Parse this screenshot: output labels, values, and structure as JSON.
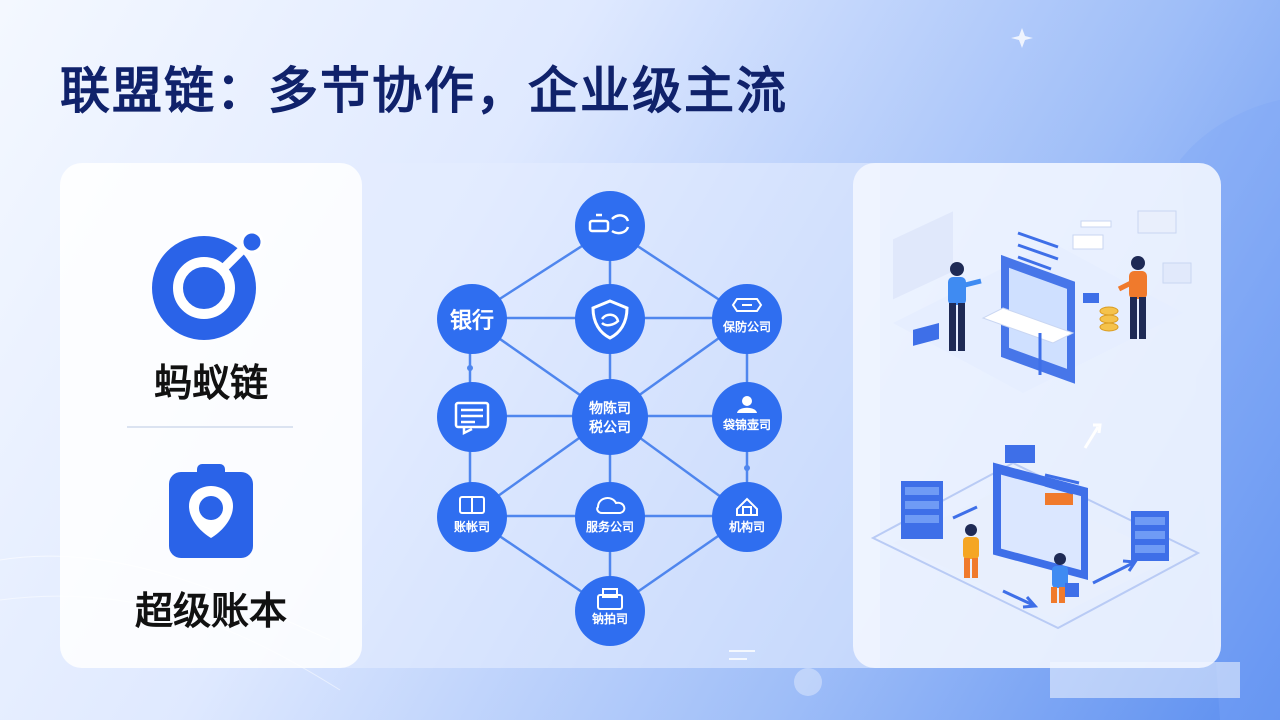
{
  "page": {
    "title": "联盟链：多节协作，企业级主流"
  },
  "left_panel": {
    "items": [
      {
        "label": "蚂蚁链",
        "icon": "ant-chain-logo-icon"
      },
      {
        "label": "超级账本",
        "icon": "hyperledger-shield-icon"
      }
    ]
  },
  "network": {
    "nodes": [
      {
        "id": "top",
        "label": "",
        "icon": "scale-arrow-icon"
      },
      {
        "id": "bank",
        "label": "银行",
        "icon": ""
      },
      {
        "id": "center-top",
        "label": "",
        "icon": "shield-icon"
      },
      {
        "id": "insurance",
        "label": "保防公司",
        "icon": "badge-icon"
      },
      {
        "id": "left-mid",
        "label": "",
        "icon": "invoice-icon"
      },
      {
        "id": "center",
        "label": "物陈司\n税公司",
        "icon": ""
      },
      {
        "id": "right-mid",
        "label": "袋锦壶司",
        "icon": "person-icon"
      },
      {
        "id": "left-low",
        "label": "账帐司",
        "icon": "ledger-icon"
      },
      {
        "id": "center-low",
        "label": "服务公司",
        "icon": "cloud-hand-icon"
      },
      {
        "id": "right-low",
        "label": "机构司",
        "icon": "building-icon"
      },
      {
        "id": "bottom",
        "label": "钠拍司",
        "icon": "printer-icon"
      }
    ],
    "node_color": "#2f6ef0",
    "link_color": "#4f86ee"
  },
  "colors": {
    "title": "#10226b",
    "brand_blue": "#2a63e8",
    "panel_white": "#ffffff"
  }
}
